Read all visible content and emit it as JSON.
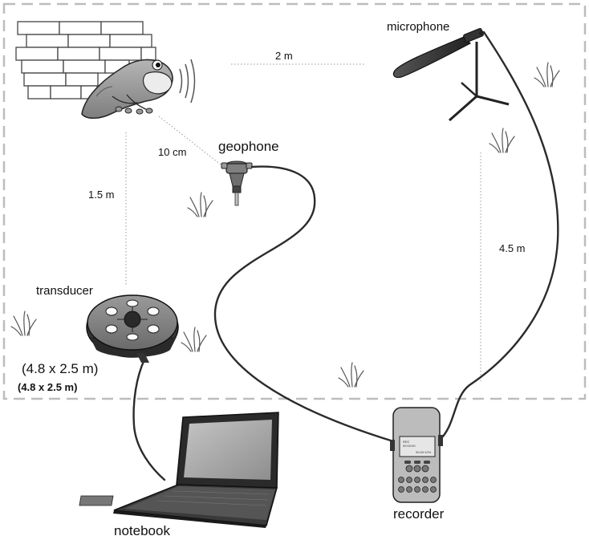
{
  "labels": {
    "microphone": "microphone",
    "geophone": "geophone",
    "transducer": "transducer",
    "recorder": "recorder",
    "notebook": "notebook"
  },
  "distances": {
    "frog_to_microphone": "2 m",
    "frog_to_geophone": "10 cm",
    "frog_to_transducer": "1.5 m",
    "microphone_to_recorder": "4.5 m"
  },
  "arena": {
    "size_label": "(4.8 x 2.5 m)",
    "size_label_bold": "(4.8 x 2.5 m)"
  },
  "recorder_screen": {
    "line1": "REC",
    "line2": "00:00:00",
    "line3": "00:00:12%"
  },
  "colors": {
    "dashed_border": "#bdbdbd",
    "cable": "#2b2b2b",
    "dotted_guides": "#9a9a9a",
    "frog_body": "#9a9a9a",
    "transducer_disk": "#7d7d7d",
    "laptop_screen": "#aaaaaa",
    "recorder_body": "#bcbcbc"
  },
  "icons": [
    "brick-wall-icon",
    "frog-icon",
    "sound-wave-icon",
    "microphone-stand-icon",
    "geophone-icon",
    "transducer-icon",
    "laptop-icon",
    "recorder-icon",
    "grass-icon"
  ]
}
